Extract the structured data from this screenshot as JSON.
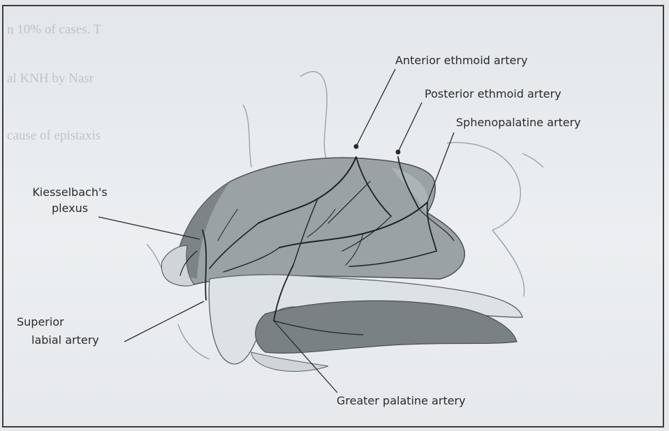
{
  "background_text": {
    "lines": [
      "n 10% of cases. T",
      "al KNH by Nasr",
      "cause of epistaxis"
    ]
  },
  "labels": {
    "anterior_ethmoid": "Anterior ethmoid artery",
    "posterior_ethmoid": "Posterior ethmoid artery",
    "sphenopalatine": "Sphenopalatine artery",
    "kiesselbach_line1": "Kiesselbach's",
    "kiesselbach_line2": "plexus",
    "superior_labial_line1": "Superior",
    "superior_labial_line2": "labial artery",
    "greater_palatine": "Greater palatine artery"
  }
}
